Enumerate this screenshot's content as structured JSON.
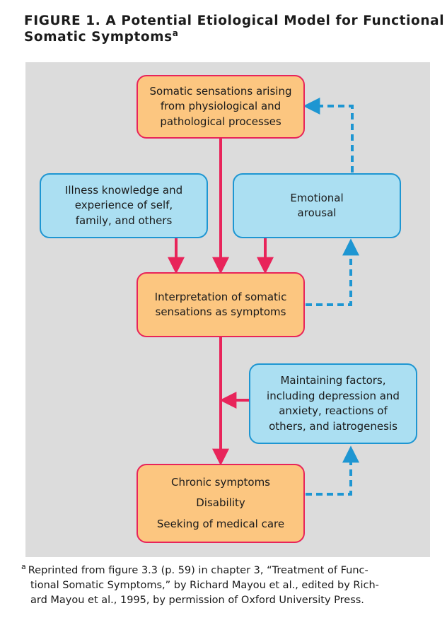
{
  "figure_title": {
    "text": "FIGURE 1. A Potential Etiological Model for Functional Somatic Symptoms",
    "lines": [
      "FIGURE 1. A Potential Etiological Model for Functional",
      "Somatic Symptoms"
    ],
    "footnote_marker": "a"
  },
  "nodes": {
    "somatic_sensations": {
      "lines": [
        "Somatic sensations arising",
        "from physiological and",
        "pathological processes"
      ]
    },
    "illness_knowledge": {
      "lines": [
        "Illness knowledge and",
        "experience of self,",
        "family, and others"
      ]
    },
    "emotional_arousal": {
      "lines": [
        "Emotional",
        "arousal"
      ]
    },
    "interpretation": {
      "lines": [
        "Interpretation of somatic",
        "sensations as symptoms"
      ]
    },
    "maintaining_factors": {
      "lines": [
        "Maintaining factors,",
        "including depression and",
        "anxiety, reactions of",
        "others, and iatrogenesis"
      ]
    },
    "outcomes": {
      "lines": [
        "Chronic symptoms",
        "Disability",
        "Seeking of medical care"
      ]
    }
  },
  "edges": [
    {
      "from": "somatic_sensations",
      "to": "interpretation",
      "style": "solid"
    },
    {
      "from": "illness_knowledge",
      "to": "interpretation",
      "style": "solid"
    },
    {
      "from": "emotional_arousal",
      "to": "interpretation",
      "style": "solid"
    },
    {
      "from": "emotional_arousal",
      "to": "somatic_sensations",
      "style": "dashed"
    },
    {
      "from": "interpretation",
      "to": "emotional_arousal",
      "style": "dashed"
    },
    {
      "from": "interpretation",
      "to": "outcomes",
      "style": "solid"
    },
    {
      "from": "maintaining_factors",
      "to": "interpretation-outcomes-link",
      "style": "solid"
    },
    {
      "from": "outcomes",
      "to": "maintaining_factors",
      "style": "dashed"
    }
  ],
  "colors": {
    "panel_background": "#dcdcdc",
    "orange_fill": "#fcc680",
    "orange_border": "#e8245a",
    "blue_fill": "#abdff2",
    "blue_border": "#1e96d2",
    "solid_arrow": "#e8245a",
    "dashed_arrow": "#1e96d2"
  },
  "footnote": {
    "marker": "a",
    "lines": [
      "Reprinted from figure 3.3 (p. 59) in chapter 3, “Treatment of Func-",
      "tional Somatic Symptoms,” by Richard Mayou et al., edited by Rich-",
      "ard Mayou et al., 1995, by permission of Oxford University Press."
    ]
  }
}
